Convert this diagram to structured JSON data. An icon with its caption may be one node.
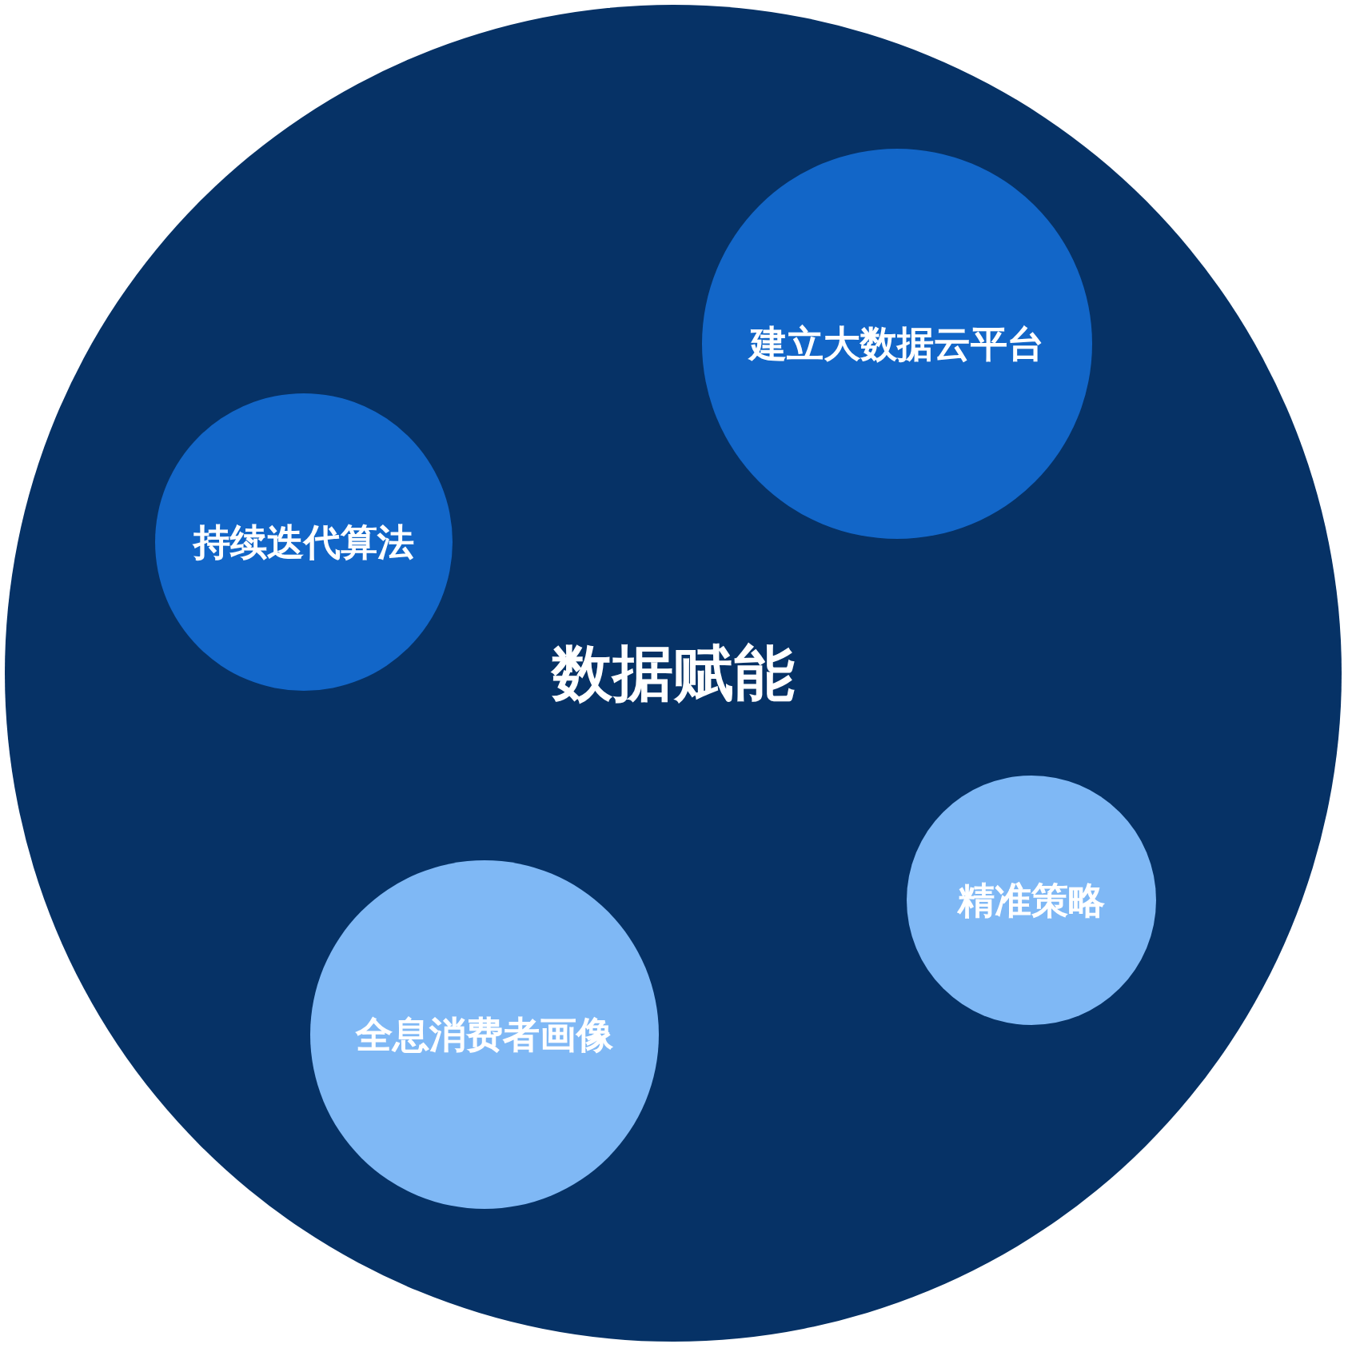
{
  "diagram": {
    "nodes": [
      {
        "text": [
          "数据赋能"
        ]
      },
      {
        "text": [
          "建立大数据云平台"
        ],
        "in": 0
      },
      {
        "text": [
          "持续迭代算法"
        ],
        "in": 0
      },
      {
        "text": [
          "精准策略"
        ],
        "in": 0
      },
      {
        "text": [
          "全息消费者画像"
        ],
        "in": 0
      }
    ]
  }
}
